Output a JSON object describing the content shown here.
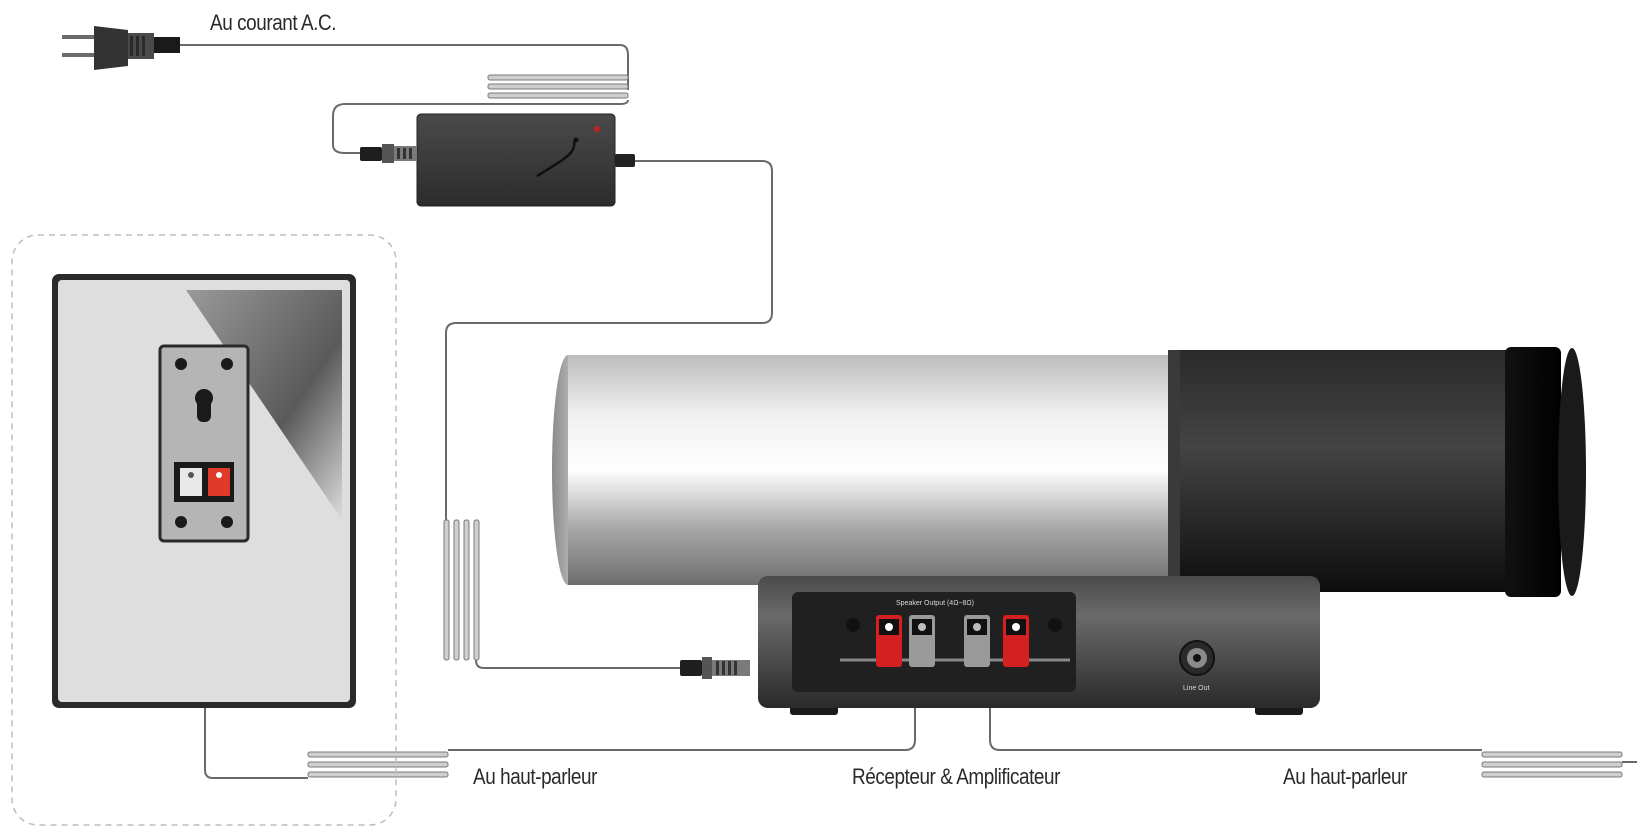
{
  "labels": {
    "ac_power": "Au courant A.C.",
    "speaker_left": "Au haut-parleur",
    "receiver": "Récepteur & Amplificateur",
    "speaker_right": "Au haut-parleur"
  },
  "receiver_panel": {
    "speaker_output": "Speaker Output (4Ω~8Ω)",
    "line_out": "Line Out"
  },
  "icons": [
    "ac-plug-icon",
    "power-adapter-icon",
    "dc-plug-icon",
    "bookshelf-speaker-icon",
    "receiver-unit-icon",
    "cylinder-speaker-icon"
  ],
  "colors": {
    "terminal_red": "#d42020",
    "adapter": "#3a3a3a",
    "wire": "#555555"
  }
}
